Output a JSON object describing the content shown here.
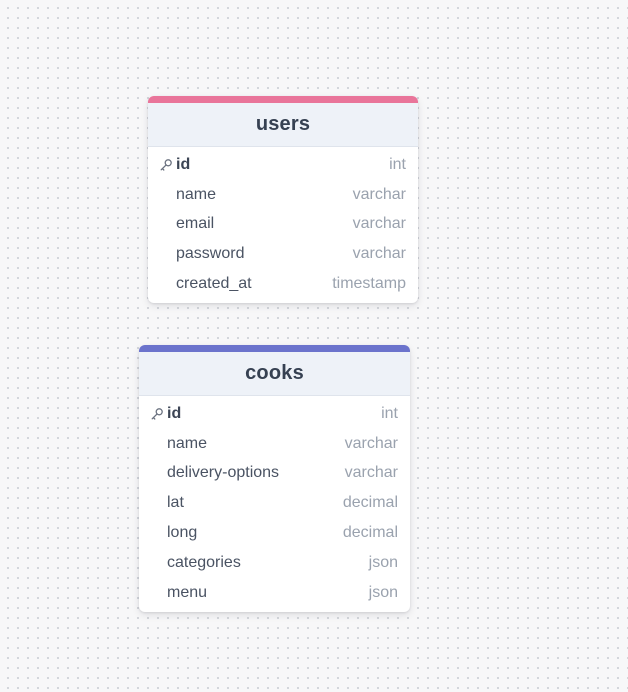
{
  "colors": {
    "users_accent": "#e9759a",
    "cooks_accent": "#6b73cc"
  },
  "tables": {
    "users": {
      "title": "users",
      "fields": [
        {
          "name": "id",
          "type": "int",
          "primary_key": true
        },
        {
          "name": "name",
          "type": "varchar"
        },
        {
          "name": "email",
          "type": "varchar"
        },
        {
          "name": "password",
          "type": "varchar"
        },
        {
          "name": "created_at",
          "type": "timestamp"
        }
      ]
    },
    "cooks": {
      "title": "cooks",
      "fields": [
        {
          "name": "id",
          "type": "int",
          "primary_key": true
        },
        {
          "name": "name",
          "type": "varchar"
        },
        {
          "name": "delivery-options",
          "type": "varchar"
        },
        {
          "name": "lat",
          "type": "decimal"
        },
        {
          "name": "long",
          "type": "decimal"
        },
        {
          "name": "categories",
          "type": "json"
        },
        {
          "name": "menu",
          "type": "json"
        }
      ]
    }
  },
  "icons": {
    "primary_key": "key-icon"
  }
}
